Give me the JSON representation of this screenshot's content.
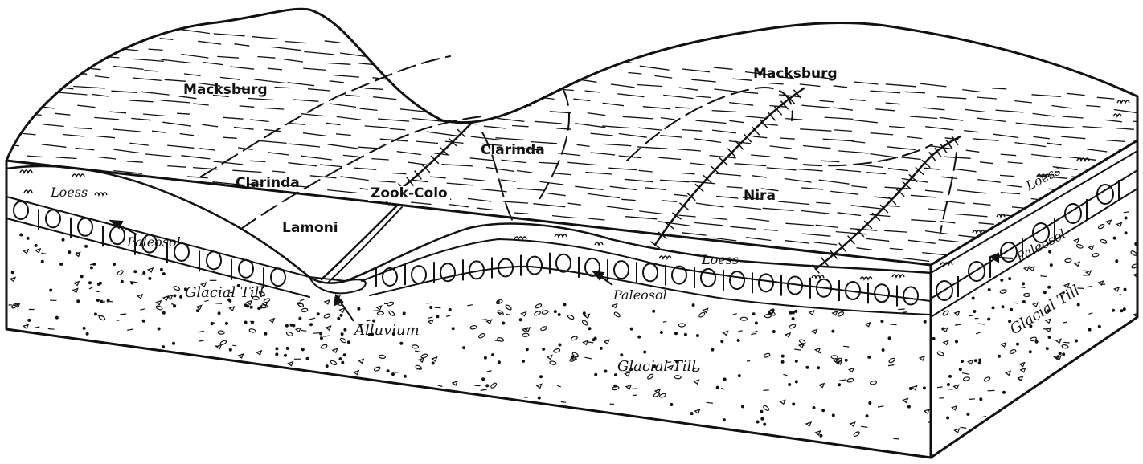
{
  "diagram": {
    "soils": {
      "macksburg_left": "Macksburg",
      "macksburg_right": "Macksburg",
      "clarinda_left": "Clarinda",
      "clarinda_center": "Clarinda",
      "lamoni": "Lamoni",
      "zook_colo": "Zook-Colo",
      "nira": "Nira"
    },
    "materials": {
      "loess_left": "Loess",
      "loess_center": "Loess",
      "loess_right": "Loess",
      "paleosol_left": "Paleosol",
      "paleosol_center": "Paleosol",
      "paleosol_right": "Paleosol",
      "glacial_till_left": "Glacial Till",
      "glacial_till_center": "Glacial Till",
      "glacial_till_right": "Glacial Till",
      "alluvium": "Alluvium"
    },
    "colors": {
      "ink": "#111111",
      "paper": "#ffffff"
    }
  }
}
